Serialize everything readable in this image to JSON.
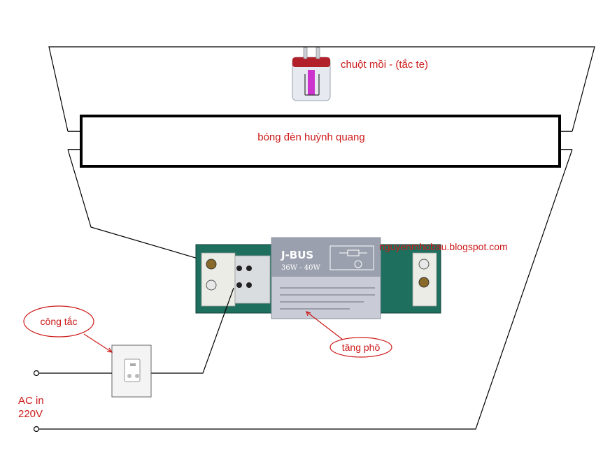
{
  "labels": {
    "starter": "chuột mồi - (tắc te)",
    "tube": "bóng đèn huỳnh quang",
    "switch": "công tắc",
    "ballast": "tăng phô",
    "ac_line1": "AC in",
    "ac_line2": "220V"
  },
  "ballast": {
    "brand": "J-BUS",
    "rating": "36W - 40W"
  },
  "watermark": "nguyenmhobau.blogspot.com",
  "colors": {
    "wire": "#000000",
    "label_red": "#cc1a1a",
    "ballast_body": "#1f6f5f",
    "ballast_label": "#c9ccd6",
    "starter_magenta": "#cc33cc",
    "starter_cap": "#b2202a"
  }
}
